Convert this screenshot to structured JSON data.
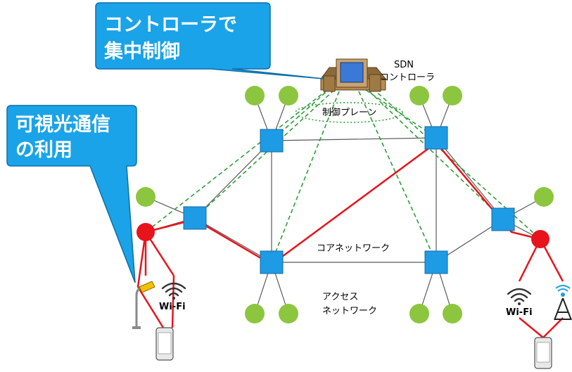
{
  "callouts": {
    "controller": {
      "line1": "コントローラで",
      "line2": "集中制御"
    },
    "vlc": {
      "line1": "可視光通信",
      "line2": "の利用"
    }
  },
  "labels": {
    "sdn_line1": "SDN",
    "sdn_line2": "コントローラ",
    "control_plane": "制御プレーン",
    "core_network": "コアネットワーク",
    "access_line1": "アクセス",
    "access_line2": "ネットワーク",
    "wifi_left": "Wi-Fi",
    "wifi_right": "Wi-Fi"
  },
  "colors": {
    "callout_fill": "#1aa3e8",
    "callout_stroke": "#0d6fa8",
    "switch": "#1e9be5",
    "host": "#8cc63f",
    "route": "#e8141b",
    "control_link": "#2e9e3a",
    "link": "#5a5a5a"
  },
  "icons": [
    "controller-computer-icon",
    "street-light-icon",
    "wifi-icon",
    "cell-tower-icon",
    "smartphone-icon"
  ]
}
